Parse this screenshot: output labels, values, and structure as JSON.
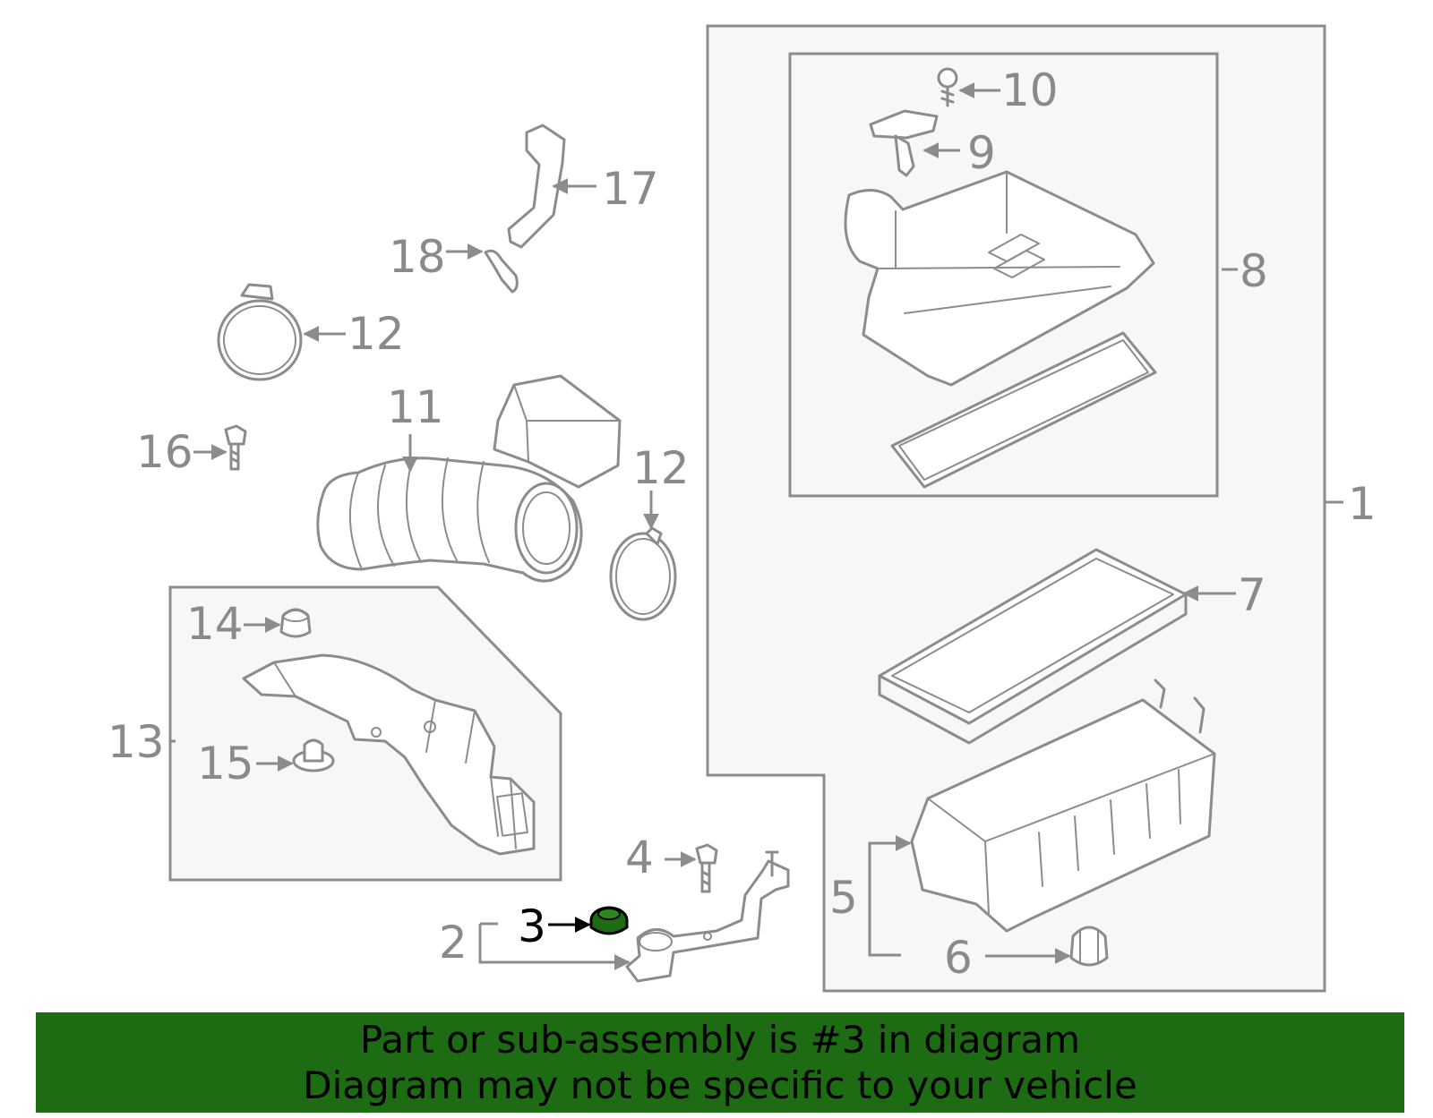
{
  "callouts": {
    "c1": "1",
    "c2": "2",
    "c3": "3",
    "c4": "4",
    "c5": "5",
    "c6": "6",
    "c7": "7",
    "c8": "8",
    "c9": "9",
    "c10": "10",
    "c11": "11",
    "c12a": "12",
    "c12b": "12",
    "c13": "13",
    "c14": "14",
    "c15": "15",
    "c16": "16",
    "c17": "17",
    "c18": "18"
  },
  "highlight": {
    "part_number": "3",
    "color": "#1d6b12",
    "label_color": "#000000"
  },
  "colors": {
    "line": "#8c8c8c",
    "box_fill": "#f7f7f7",
    "banner": "#1d6b12"
  },
  "banner": {
    "line1": "Part or sub-assembly is #3 in diagram",
    "line2": "Diagram may not be specific to your vehicle"
  }
}
